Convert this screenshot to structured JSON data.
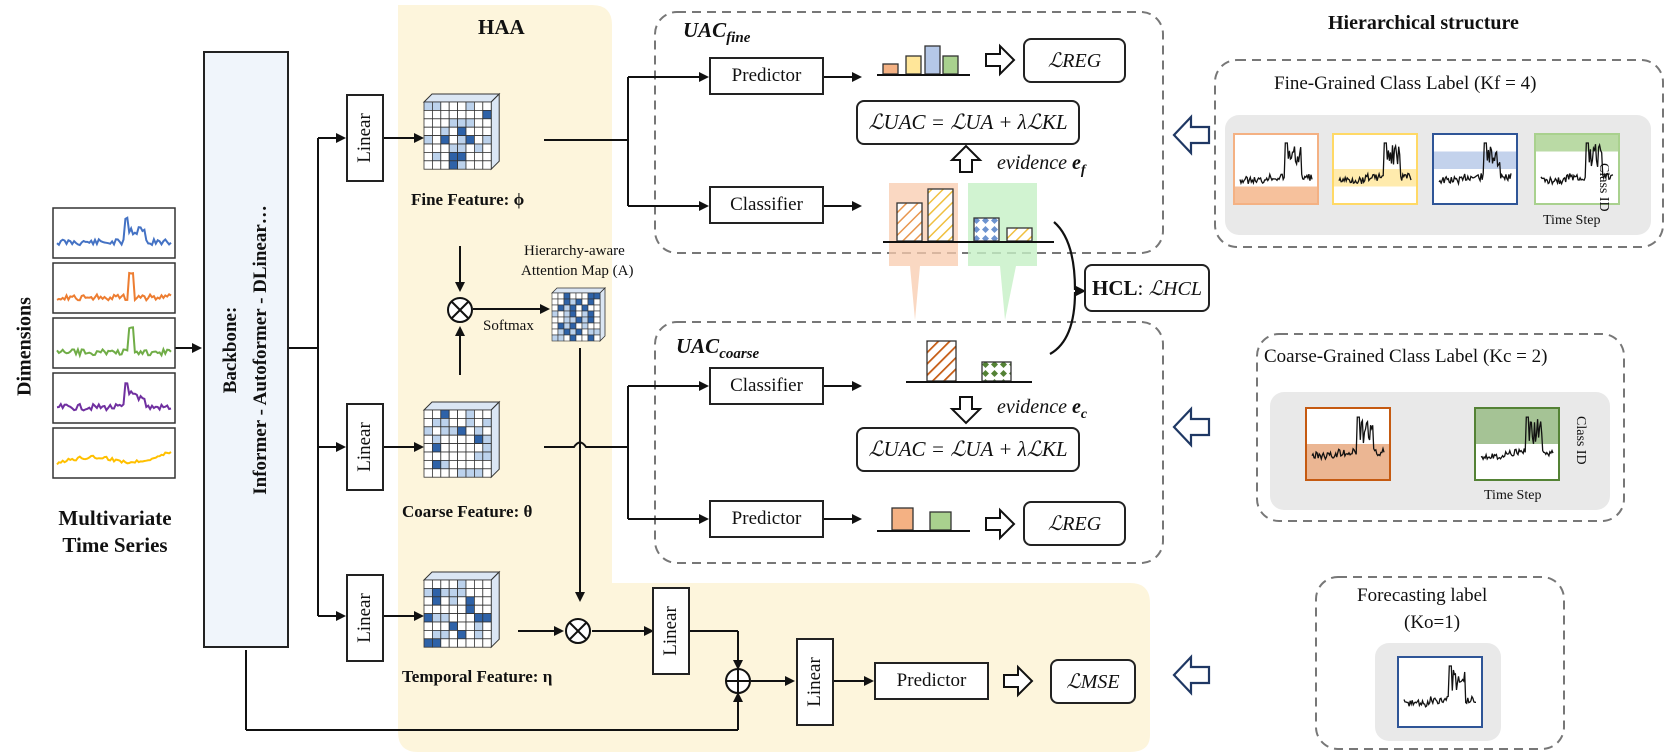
{
  "left": {
    "dimensions_label": "Dimensions",
    "caption_line1": "Multivariate",
    "caption_line2": "Time Series",
    "series_colors": [
      "#4472c4",
      "#ed7d31",
      "#70ad47",
      "#7030a0",
      "#ffc000"
    ]
  },
  "backbone": {
    "label_line1": "Backbone:",
    "label_line2": "Informer - Autoformer - DLinear…"
  },
  "haa": {
    "title": "HAA",
    "linear_label": "Linear",
    "fine_feature": "Fine Feature: ϕ",
    "coarse_feature": "Coarse Feature: θ",
    "temporal_feature": "Temporal Feature: η",
    "attention_line1": "Hierarchy-aware",
    "attention_line2": "Attention Map (A)",
    "softmax": "Softmax"
  },
  "uac_fine": {
    "title_main": "UAC",
    "title_sub": "fine",
    "predictor": "Predictor",
    "classifier": "Classifier",
    "loss_reg": "ℒREG",
    "loss_uac": "ℒUAC = ℒUA + λℒKL",
    "evidence_word": "evidence",
    "evidence_sym": "e",
    "evidence_sub": "f"
  },
  "uac_coarse": {
    "title_main": "UAC",
    "title_sub": "coarse",
    "predictor": "Predictor",
    "classifier": "Classifier",
    "loss_reg": "ℒREG",
    "loss_uac": "ℒUAC = ℒUA + λℒKL",
    "evidence_word": "evidence",
    "evidence_sym": "e",
    "evidence_sub": "c"
  },
  "hcl": {
    "label": "HCL",
    "loss": "ℒHCL"
  },
  "bottom": {
    "linear_label": "Linear",
    "predictor": "Predictor",
    "loss_mse": "ℒMSE"
  },
  "hierarchy": {
    "title": "Hierarchical structure",
    "fine_title": "Fine-Grained Class Label (Kf = 4)",
    "coarse_title": "Coarse-Grained Class Label (Kc = 2)",
    "forecast_line1": "Forecasting label",
    "forecast_line2": "(Ko=1)",
    "class_id": "Class ID",
    "time_step": "Time Step"
  },
  "colors": {
    "haa_bg": "#fdf5dc",
    "matrix_blue": "#2e62a8",
    "matrix_light": "#bcd2ec",
    "orange": "#f4b183",
    "yellow": "#ffe699",
    "blue": "#b4c7e7",
    "green": "#a9d18e",
    "arrow_navy": "#1f3864"
  }
}
